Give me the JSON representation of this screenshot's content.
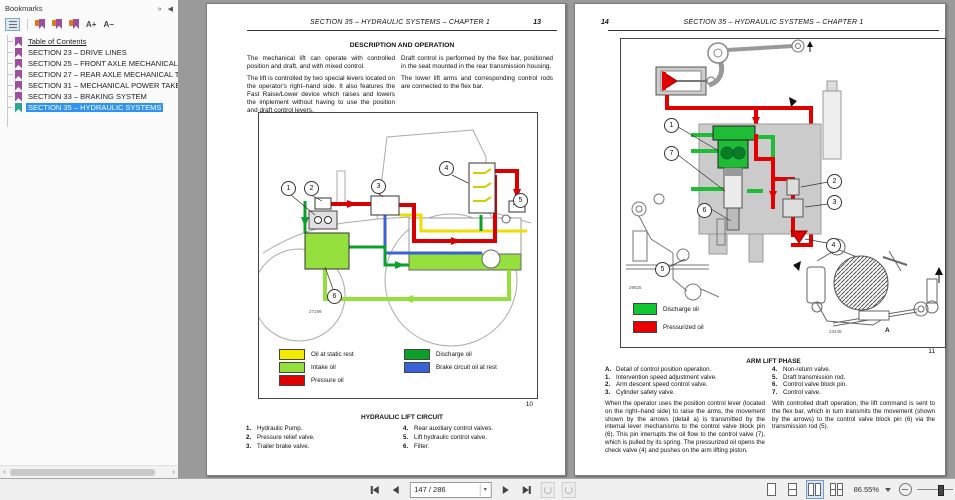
{
  "panel": {
    "title": "Bookmarks",
    "text_increase": "A+",
    "text_decrease": "A−",
    "items": [
      {
        "label": "Table of Contents"
      },
      {
        "label": "SECTION 23 – DRIVE LINES"
      },
      {
        "label": "SECTION 25 – FRONT AXLE MECHANICAL TRANSMISSION"
      },
      {
        "label": "SECTION 27 – REAR AXLE MECHANICAL TRANSMISSION"
      },
      {
        "label": "SECTION 31 – MECHANICAL POWER TAKE-OFF"
      },
      {
        "label": "SECTION 33 – BRAKING SYSTEM"
      },
      {
        "label": "SECTION 35 – HYDRAULIC SYSTEMS"
      }
    ]
  },
  "left_page": {
    "page_number": "13",
    "header": "SECTION 35 – HYDRAULIC SYSTEMS – CHAPTER 1",
    "section_title": "DESCRIPTION AND OPERATION",
    "col1_p1": "The mechanical lift can operate with controlled position and draft, and with mixed control.",
    "col1_p2": "The lift is controlled by two special levers located on the operator's right–hand side. It also features the Fast Raise/Lower device which raises and lowers the implement without having to use the position and draft control levers.",
    "col2_p1": "Draft control is performed by the flex bar, positioned in the seat mounted in the rear transmission housing.",
    "col2_p2": "The lower lift arms and corresponding control rods are connected to the flex bar.",
    "figure": {
      "code": "27199",
      "number": "10",
      "callouts": [
        "1",
        "2",
        "3",
        "4",
        "5",
        "6"
      ],
      "legend": [
        {
          "color": "#f2ea00",
          "label": "Oil at static rest"
        },
        {
          "color": "#95e03c",
          "label": "Intake oil"
        },
        {
          "color": "#e00000",
          "label": "Pressure oil"
        },
        {
          "color": "#0aa02a",
          "label": "Discharge oil"
        },
        {
          "color": "#3a62d8",
          "label": "Brake circuit oil at rest"
        }
      ]
    },
    "figure_title": "HYDRAULIC LIFT CIRCUIT",
    "list_left": [
      {
        "n": "1.",
        "t": "Hydraulic Pump."
      },
      {
        "n": "2.",
        "t": "Pressure relief valve."
      },
      {
        "n": "3.",
        "t": "Trailer brake valve."
      }
    ],
    "list_right": [
      {
        "n": "4.",
        "t": "Rear auxiliary control valves."
      },
      {
        "n": "5.",
        "t": "Lift hydraulic control valve."
      },
      {
        "n": "6.",
        "t": "Filter."
      }
    ]
  },
  "right_page": {
    "page_number": "14",
    "header": "SECTION 35 – HYDRAULIC SYSTEMS – CHAPTER 1",
    "figure": {
      "code_left": "29825",
      "code_right": "23445",
      "marker": "A",
      "number": "11",
      "callouts": [
        "1",
        "7",
        "2",
        "3",
        "4",
        "6",
        "5"
      ],
      "legend": [
        {
          "color": "#12c832",
          "label": "Discharge oil"
        },
        {
          "color": "#e80000",
          "label": "Pressurized oil"
        }
      ]
    },
    "section_title": "ARM LIFT PHASE",
    "list_left": [
      {
        "n": "A.",
        "t": "Detail of control position operation."
      },
      {
        "n": "1.",
        "t": "Intervention speed adjustment valve."
      },
      {
        "n": "2.",
        "t": "Arm descent speed control valve."
      },
      {
        "n": "3.",
        "t": "Cylinder safety valve."
      }
    ],
    "list_right": [
      {
        "n": "4.",
        "t": "Non-return valve."
      },
      {
        "n": "5.",
        "t": "Draft transmission rod."
      },
      {
        "n": "6.",
        "t": "Control valve block pin."
      },
      {
        "n": "7.",
        "t": "Control valve."
      }
    ],
    "col1_para": "When the operator uses the position control lever (located on the right–hand side) to raise the arms, the movement shown by the arrows (detail a) is transmitted by the internal lever mechanisms to the control valve block pin (6). This pin interrupts the oil flow to the control valve (7), which is pulled by its spring. The pressurized oil opens the check valve (4) and pushes on the arm lifting piston.",
    "col2_para": "With controlled draft operation, the lift command is sent to the flex bar, which in turn transmits the movement (shown by the arrows) to the control valve block pin (6) via the transmission rod (5)."
  },
  "toolbar": {
    "page_field": "147 / 286",
    "zoom_level": "86.55%"
  },
  "colors": {
    "selection_blue": "#2f93f6",
    "pressure_red": "#d80000",
    "discharge_green": "#0aa02a",
    "intake_green": "#95e03c",
    "static_yellow": "#f2ea00",
    "brake_blue": "#3a62d8"
  }
}
